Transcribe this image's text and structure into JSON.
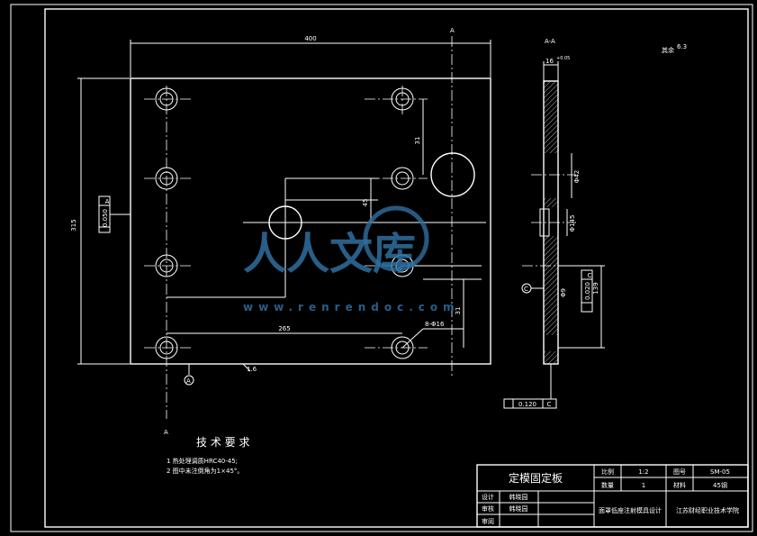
{
  "drawing": {
    "section_label": "A-A",
    "section_mark": "A",
    "roughness_corner": "其余",
    "roughness_corner_val": "6.3",
    "dims": {
      "width": "400",
      "height": "315",
      "d1": "31",
      "d2": "45",
      "d3": "265",
      "d4": "31",
      "holes": "8-Φ16",
      "bottom_roughness": "1.6",
      "tol_left": "0.050",
      "tol_left_ref": "A",
      "section_top": "16",
      "section_top_tol": "+0.05",
      "phi1": "Φ42",
      "phi2": "Φ145",
      "phi3": "Φ9",
      "len139": "139",
      "tol_right": "0.020",
      "tol_right_ref": "C",
      "tol_bottom": "0.120",
      "tol_bottom_ref": "C",
      "datum_c": "C",
      "datum_a": "A"
    }
  },
  "notes": {
    "title": "技 术 要 求",
    "items": [
      "1  热处理调质HRC40-45;",
      "2  图中未注倒角为1×45°。"
    ]
  },
  "title_block": {
    "name": "定模固定板",
    "scale_label": "比例",
    "scale": "1:2",
    "drawing_no_label": "图号",
    "drawing_no": "SM-05",
    "qty_label": "数量",
    "qty": "1",
    "material_label": "材料",
    "material": "45钢",
    "design_label": "设计",
    "check_label": "审核",
    "approve_label": "审阅",
    "designer": "韩晓园",
    "checker": "韩晓园",
    "project": "面罩低座注射模具设计",
    "school": "江苏财经职业技术学院"
  },
  "watermark": {
    "text": "人人文库",
    "url": "www.renrendoc.com"
  }
}
